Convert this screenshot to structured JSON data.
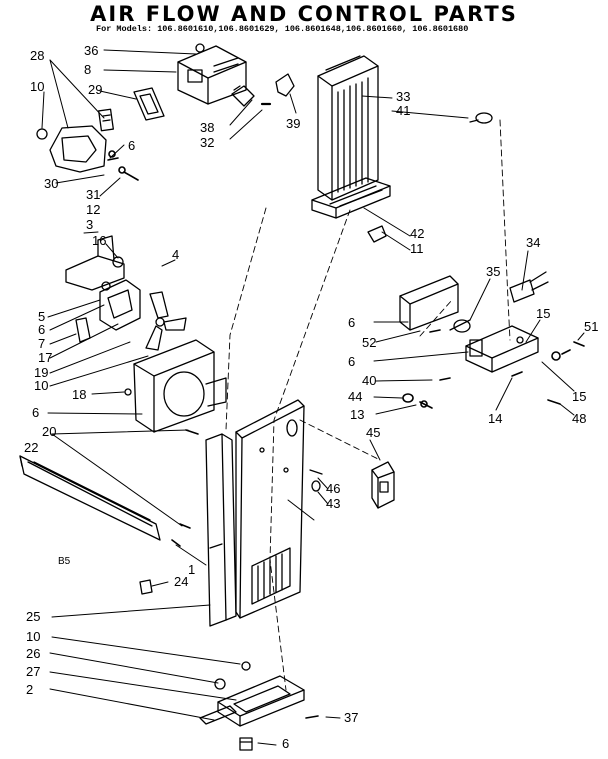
{
  "title": "AIR FLOW AND CONTROL PARTS",
  "subtitle": "For Models: 106.8601610,106.8601629, 106.8601648,106.8601660, 106.8601680",
  "diagram_code": "B5",
  "callouts": [
    "28",
    "10",
    "36",
    "8",
    "29",
    "6",
    "30",
    "31",
    "12",
    "3",
    "16",
    "4",
    "5",
    "6",
    "7",
    "17",
    "19",
    "10",
    "18",
    "6",
    "20",
    "22",
    "1",
    "24",
    "25",
    "10",
    "26",
    "27",
    "2",
    "6",
    "37",
    "38",
    "32",
    "39",
    "33",
    "41",
    "42",
    "11",
    "34",
    "35",
    "15",
    "51",
    "6",
    "52",
    "6",
    "40",
    "44",
    "13",
    "14",
    "15",
    "48",
    "45",
    "46",
    "43"
  ]
}
